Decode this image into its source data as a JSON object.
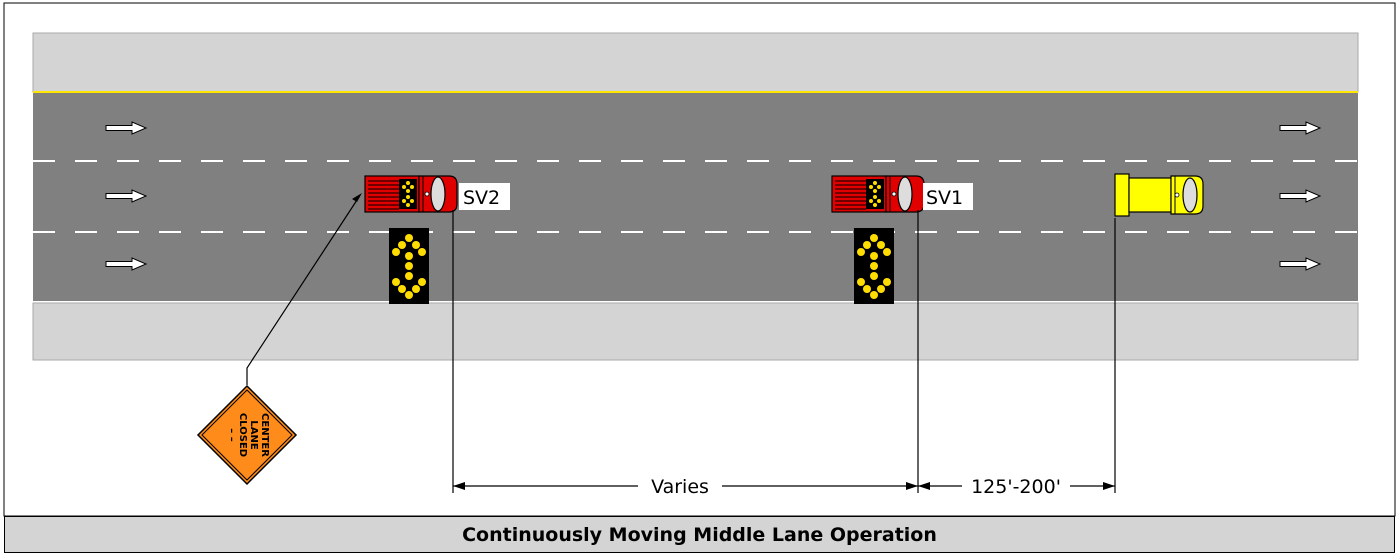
{
  "labels": {
    "sv2": "SV2",
    "sv1": "SV1",
    "varies": "Varies",
    "distance": "125'-200'"
  },
  "sign": {
    "lines": [
      "CENTER",
      "LANE",
      "CLOSED"
    ],
    "dash_line": "– –",
    "color": "#ff8c1a"
  },
  "caption": "Continuously Moving Middle Lane Operation",
  "colors": {
    "shoulder": "#d4d4d4",
    "roadway": "#808080",
    "edge_line_yellow": "#ffe600",
    "shadow_vehicle": "#e00000",
    "lead_vehicle": "#ffff00",
    "arrow_board_light": "#ffdd00"
  },
  "icons": [
    "traffic-direction-arrow-icon",
    "arrow-board-icon",
    "truck-icon"
  ]
}
